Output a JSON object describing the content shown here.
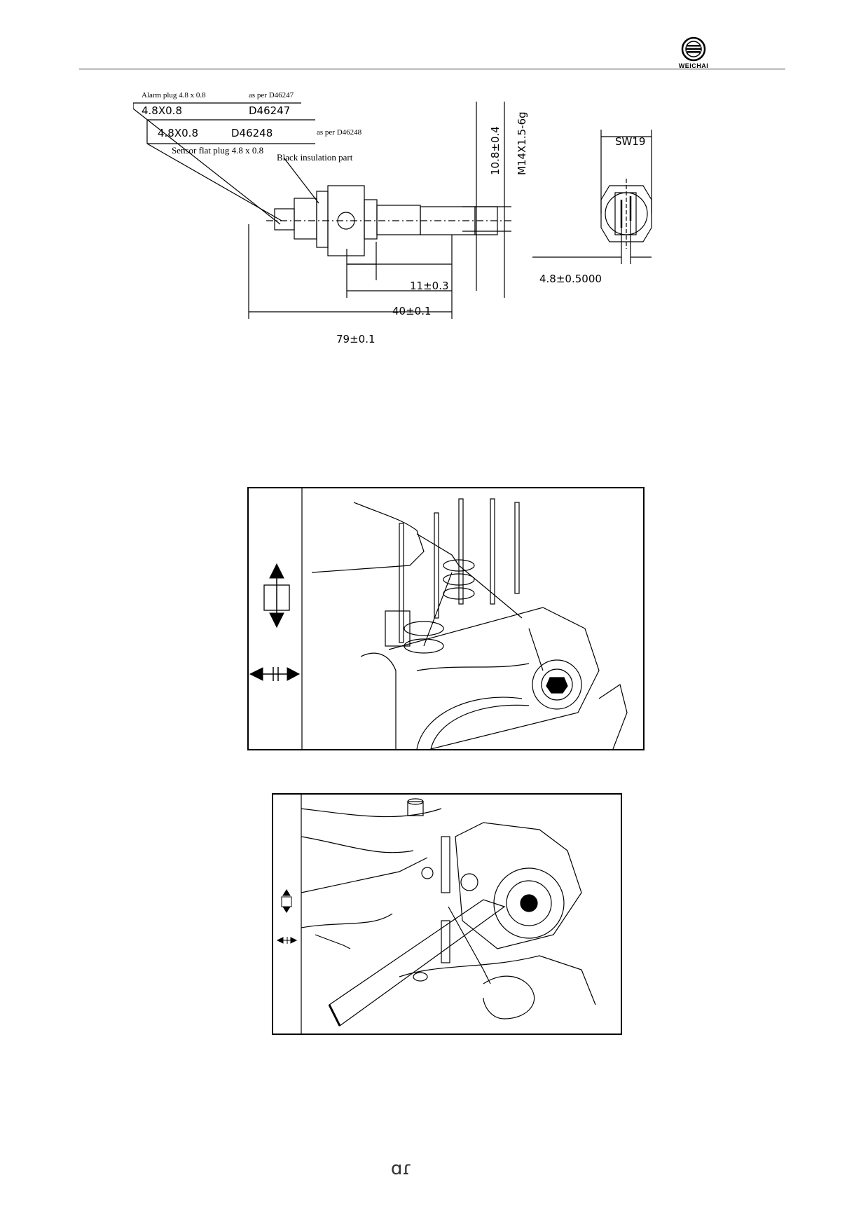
{
  "header": {
    "logo_text": "WEICHAI"
  },
  "drawing": {
    "alarm_plug_label": "Alarm plug 4.8 x 0.8",
    "alarm_size": "4.8X0.8",
    "alarm_ref_note": "as per D46247",
    "alarm_ref": "D46247",
    "sensor_size": "4.8X0.8",
    "sensor_ref": "D46248",
    "sensor_ref_note": "as per D46248",
    "sensor_plug_label": "Sensor flat plug 4.8 x 0.8",
    "insulation_label": "Black insulation part",
    "dim_width_flats": "10.8±0.4",
    "dim_thread": "M14X1.5-6g",
    "dim_11": "11±0.3",
    "dim_40": "40±0.1",
    "dim_79": "79±0.1",
    "dim_sw": "SW19",
    "dim_blade": "4.8±0.5000"
  },
  "footer": {
    "page_mark": "ɑɾ"
  }
}
